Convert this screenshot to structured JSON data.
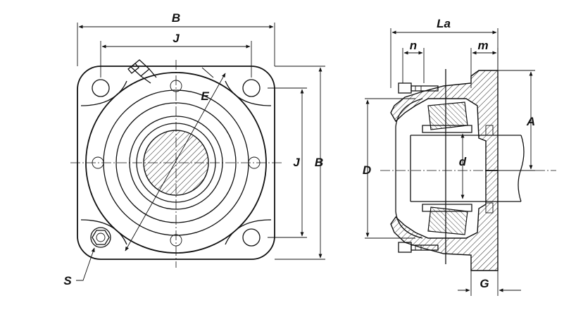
{
  "drawing": {
    "labels": {
      "front_width": "B",
      "front_bolt_spacing_h": "J",
      "front_bolt_spacing_v": "J",
      "front_height": "B",
      "bolt_circle": "E",
      "grease_fitting": "S",
      "side_overall_length": "La",
      "side_n": "n",
      "side_m": "m",
      "side_a": "A",
      "side_d_small": "d",
      "side_d_large": "D",
      "side_g": "G"
    }
  }
}
